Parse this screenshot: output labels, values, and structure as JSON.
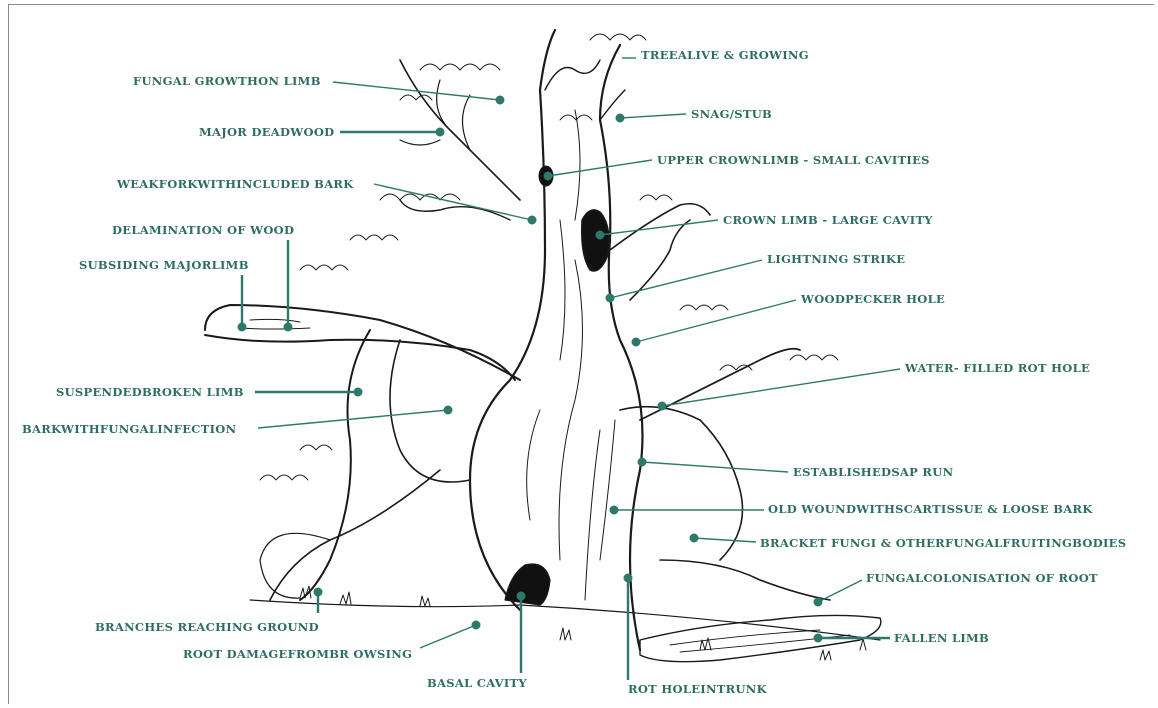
{
  "colors": {
    "label": "#2e6e62",
    "leader": "#2e7a6a",
    "ink": "#1a1a1a",
    "frame": "#8a8a8a"
  },
  "labels": {
    "fungal_growth": "FUNGAL GROWTHON LIMB",
    "major_deadwood": "MAJOR DEADWOOD",
    "weak_fork": "WEAKFORKWITHINCLUDED  BARK",
    "delamination": "DELAMINATION OF WOOD",
    "subsiding_limb": "SUBSIDING MAJORLIMB",
    "suspended_limb": "SUSPENDEDBROKEN LIMB",
    "bark_infection": "BARKWITHFUNGALINFECTION",
    "branches_ground": "BRANCHES REACHING GROUND",
    "root_damage": "ROOT DAMAGEFROMBR OWSING",
    "basal_cavity": "BASAL CAVITY",
    "rot_hole": "ROT HOLEINTRUNK",
    "tree_alive": "TREEALIVE  &  GROWING",
    "snag_stub": "SNAG/STUB",
    "upper_crown": "UPPER CROWNLIMB - SMALL CAVITIES",
    "crown_limb": "CROWN LIMB - LARGE CAVITY",
    "lightning": "LIGHTNING STRIKE",
    "woodpecker": "WOODPECKER HOLE",
    "water_rot": "WATER- FILLED ROT HOLE",
    "sap_run": "ESTABLISHEDSAP RUN",
    "old_wound": "OLD WOUNDWITHSCARTISSUE  &  LOOSE BARK",
    "bracket_fungi": "BRACKET FUNGI & OTHERFUNGALFRUITINGBODIES",
    "fungal_root": "FUNGALCOLONISATION OF ROOT",
    "fallen_limb": "FALLEN LIMB"
  }
}
